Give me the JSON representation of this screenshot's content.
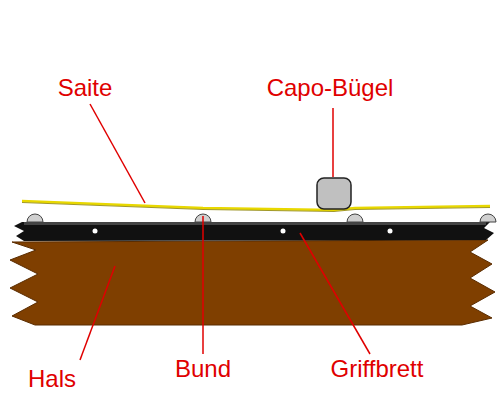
{
  "diagram": {
    "labels": [
      "Saite",
      "Capo-Bügel",
      "Hals",
      "Bund",
      "Griffbrett"
    ]
  }
}
